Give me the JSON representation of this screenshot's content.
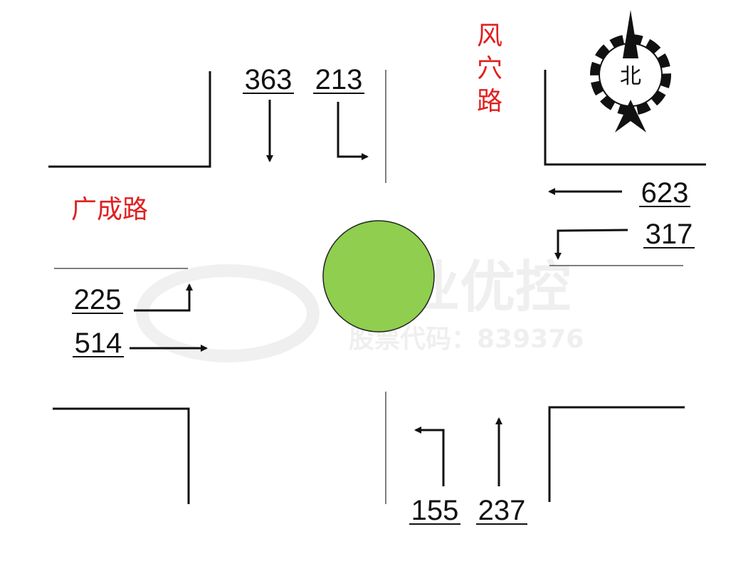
{
  "roads": {
    "north_south": "风穴路",
    "east_west": "广成路"
  },
  "compass": {
    "label": "北"
  },
  "flows": {
    "north_straight": "363",
    "north_left": "213",
    "east_straight": "623",
    "east_left": "317",
    "west_left": "225",
    "west_straight": "514",
    "south_left": "155",
    "south_straight": "237"
  },
  "watermark": {
    "title": "振业优控",
    "subtitle": "股票代码：839376"
  },
  "colors": {
    "roundabout": "#8fce4e",
    "road_label": "#e02020",
    "lines": "#111111"
  }
}
